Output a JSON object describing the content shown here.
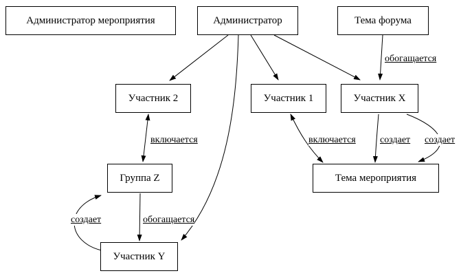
{
  "diagram": {
    "type": "directed-graph",
    "background": "#ffffff",
    "node_border_color": "#000000",
    "edge_color": "#000000",
    "nodes": [
      {
        "id": "event-admin",
        "label": "Администратор мероприятия"
      },
      {
        "id": "admin",
        "label": "Администратор"
      },
      {
        "id": "forum-topic",
        "label": "Тема форума"
      },
      {
        "id": "participant-2",
        "label": "Участник 2"
      },
      {
        "id": "participant-1",
        "label": "Участник 1"
      },
      {
        "id": "participant-x",
        "label": "Участник X"
      },
      {
        "id": "group-z",
        "label": "Группа Z"
      },
      {
        "id": "event-topic",
        "label": "Тема мероприятия"
      },
      {
        "id": "participant-y",
        "label": "Участник Y"
      }
    ],
    "edges": [
      {
        "from": "admin",
        "to": "participant-2",
        "label": "",
        "bidirectional": false
      },
      {
        "from": "admin",
        "to": "participant-1",
        "label": "",
        "bidirectional": false
      },
      {
        "from": "admin",
        "to": "participant-x",
        "label": "",
        "bidirectional": false
      },
      {
        "from": "forum-topic",
        "to": "participant-x",
        "label": "обогащается",
        "bidirectional": false
      },
      {
        "from": "admin",
        "to": "participant-y",
        "label": "",
        "bidirectional": false
      },
      {
        "from": "participant-2",
        "to": "group-z",
        "label": "включается",
        "bidirectional": true
      },
      {
        "from": "group-z",
        "to": "participant-y",
        "label": "обогащается",
        "bidirectional": false
      },
      {
        "from": "participant-y",
        "to": "group-z",
        "label": "создает",
        "bidirectional": false
      },
      {
        "from": "participant-1",
        "to": "event-topic",
        "label": "включается",
        "bidirectional": true
      },
      {
        "from": "participant-x",
        "to": "event-topic",
        "label": "создает",
        "bidirectional": false
      },
      {
        "from": "participant-x",
        "to": "event-topic",
        "label": "создает",
        "bidirectional": false
      }
    ]
  }
}
